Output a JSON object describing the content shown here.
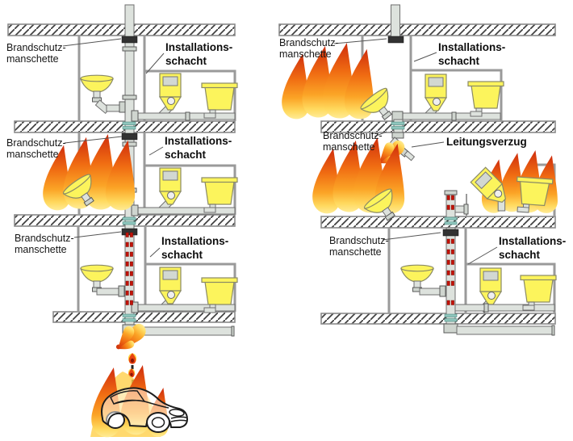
{
  "labels": {
    "fire_collar": {
      "line1": "Brandschutz-",
      "line2": "manschette"
    },
    "installation_shaft": {
      "line1": "Installations-",
      "line2": "schacht"
    },
    "pipe_offset": "Leitungsverzug"
  },
  "colors": {
    "flame_red": "#cf2d0d",
    "flame_orange": "#f06c12",
    "flame_yellow": "#ffd95e",
    "fixture_yellow": "#fcf45c",
    "pipe_gray": "#dde2dd",
    "collar_dark": "#323232",
    "collar_teal": "#8fc6bd",
    "ember_red": "#c51208",
    "wall_gray": "#9a9a9a",
    "text_color": "#161616"
  }
}
